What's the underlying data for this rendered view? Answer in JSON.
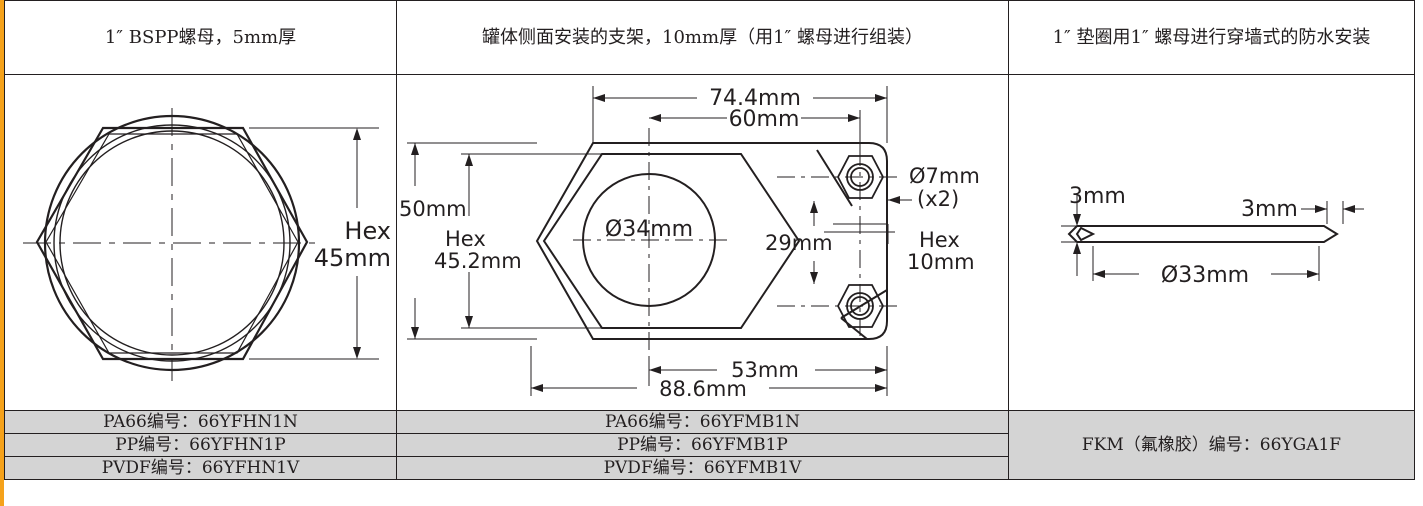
{
  "headers": [
    "1″ BSPP螺母，5mm厚",
    "罐体侧面安装的支架，10mm厚（用1″ 螺母进行组装）",
    "1″ 垫圈用1″ 螺母进行穿墙式的防水安装"
  ],
  "nut_drawing": {
    "hex_label": "Hex",
    "hex_size": "45mm"
  },
  "bracket_drawing": {
    "overall_width": "74.4mm",
    "hole_spacing": "60mm",
    "height": "50mm",
    "hex_label": "Hex",
    "hex_size": "45.2mm",
    "bore": "Ø34mm",
    "hole_offset": "29mm",
    "mount_hole": "Ø7mm",
    "mount_hole_qty": "(x2)",
    "small_hex_label": "Hex",
    "small_hex_size": "10mm",
    "inner_length": "53mm",
    "total_length": "88.6mm"
  },
  "washer_drawing": {
    "thickness": "3mm",
    "width": "3mm",
    "diameter": "Ø33mm"
  },
  "codes": {
    "nut": [
      "PA66编号：66YFHN1N",
      "PP编号：66YFHN1P",
      "PVDF编号：66YFHN1V"
    ],
    "bracket": [
      "PA66编号：66YFMB1N",
      "PP编号：66YFMB1P",
      "PVDF编号：66YFMB1V"
    ],
    "washer": "FKM（氟橡胶）编号：66YGA1F"
  },
  "colors": {
    "accent_stripe": "#f5a21b",
    "code_row_bg": "#d4d4d4",
    "line": "#231f20"
  }
}
